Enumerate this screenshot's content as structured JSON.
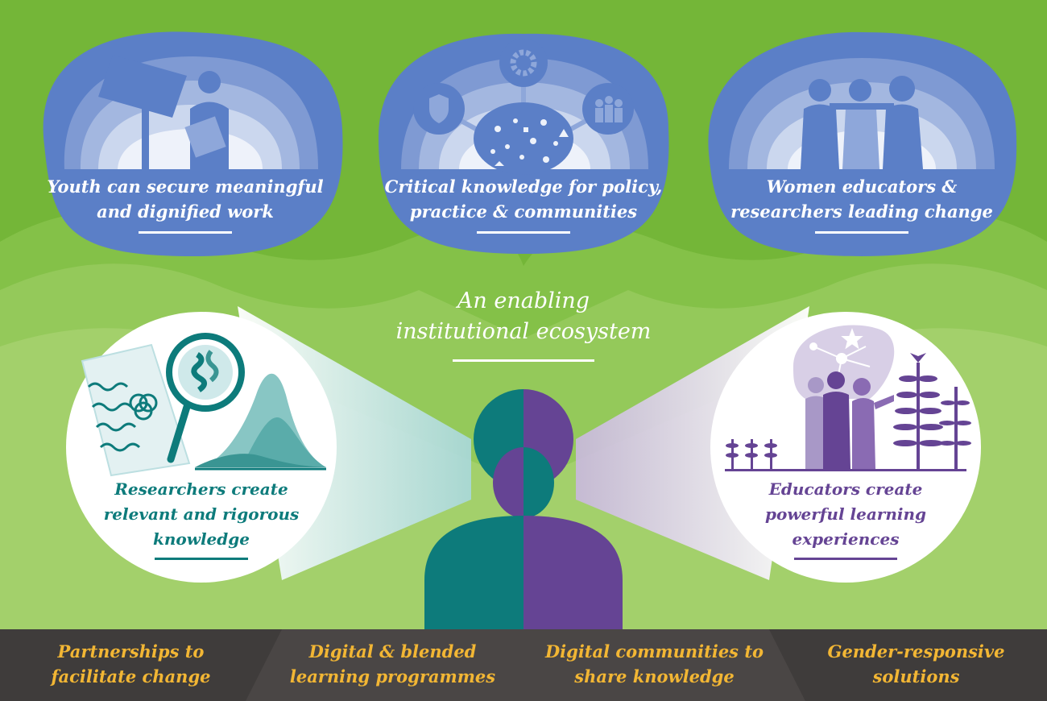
{
  "colors": {
    "background_green": "#74b638",
    "light_green": "#a6d172",
    "cloud_blue": "#5b7fc7",
    "teal": "#0d7b7b",
    "purple": "#654494",
    "gold": "#f2b634",
    "dark_band": "#3f3c3b"
  },
  "top_outcomes": [
    {
      "line1": "Youth can secure meaningful",
      "line2": "and dignified work",
      "icon": "solar-panel-worker-icon"
    },
    {
      "line1": "Critical knowledge for policy,",
      "line2": "practice & communities",
      "icon": "knowledge-network-icon"
    },
    {
      "line1": "Women educators &",
      "line2": "researchers leading change",
      "icon": "women-group-icon"
    }
  ],
  "center": {
    "line1": "An enabling",
    "line2": "institutional ecosystem"
  },
  "researchers": {
    "line1": "Researchers create",
    "line2": "relevant and rigorous",
    "line3": "knowledge",
    "icon": "magnifier-research-icon"
  },
  "educators": {
    "line1": "Educators create",
    "line2": "powerful learning",
    "line3": "experiences",
    "icon": "teaching-group-icon"
  },
  "bottom_band": [
    {
      "line1": "Partnerships to",
      "line2": "facilitate change"
    },
    {
      "line1": "Digital & blended",
      "line2": "learning programmes"
    },
    {
      "line1": "Digital communities to",
      "line2": "share knowledge"
    },
    {
      "line1": "Gender-responsive",
      "line2": "solutions"
    }
  ]
}
